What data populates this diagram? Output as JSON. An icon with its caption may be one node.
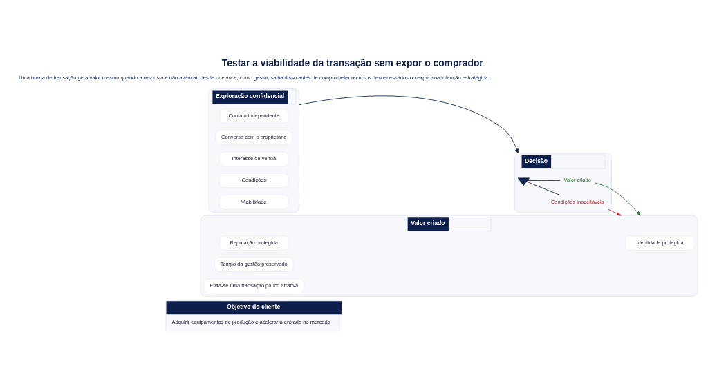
{
  "diagram": {
    "title": "Testar a viabilidade da transação sem expor o comprador",
    "nodes": [
      {
        "text": [
          "Objetivo do cliente",
          "Adquirir equipamentos de produção e acelerar a entrada no mercado"
        ]
      },
      {
        "text": [
          "Exploração confidencial"
        ]
      },
      {
        "text": [
          "Contato independente"
        ],
        "in": 1
      },
      {
        "text": [
          "Conversa com o proprietário"
        ],
        "in": 1
      },
      {
        "text": [
          "Interesse de venda"
        ],
        "in": 1
      },
      {
        "text": [
          "Condições"
        ],
        "in": 1
      },
      {
        "text": [
          "Viabilidade"
        ],
        "in": 1
      },
      {
        "text": [
          "Decisão"
        ]
      },
      {
        "text": [],
        "shape": "scale",
        "in": 7
      },
      {
        "text": [
          "Condições inaceitáveis"
        ],
        "in": 7
      },
      {
        "text": [
          "Valor criado"
        ],
        "in": 7
      },
      {
        "text": [
          "Valor criado"
        ]
      },
      {
        "text": [
          "Identidade protegida"
        ],
        "in": 11
      },
      {
        "text": [
          "Reputação protegida"
        ],
        "in": 11
      },
      {
        "text": [
          "Tempo da gestão preservado"
        ],
        "in": 11
      },
      {
        "text": [
          "Evita-se uma transação pouco atrativa"
        ],
        "in": 11
      }
    ],
    "edges": [
      {
        "from": 1,
        "to": 7,
        "arrow": "to"
      },
      {
        "from": 8,
        "to": 9,
        "arrow": "none"
      },
      {
        "from": 8,
        "to": 10,
        "arrow": "none"
      },
      {
        "from": 9,
        "to": 11,
        "arrow": "to",
        "color": "#c0282d"
      },
      {
        "from": 10,
        "to": 11,
        "arrow": "to",
        "color": "#2e7d32"
      }
    ],
    "labels": [
      "Uma busca de transação gera valor mesmo quando a resposta é não avançar, desde que voce, como gestor, saiba disso antes de comprometer recursos desnecessários ou expor sua intenção estratégica."
    ]
  }
}
